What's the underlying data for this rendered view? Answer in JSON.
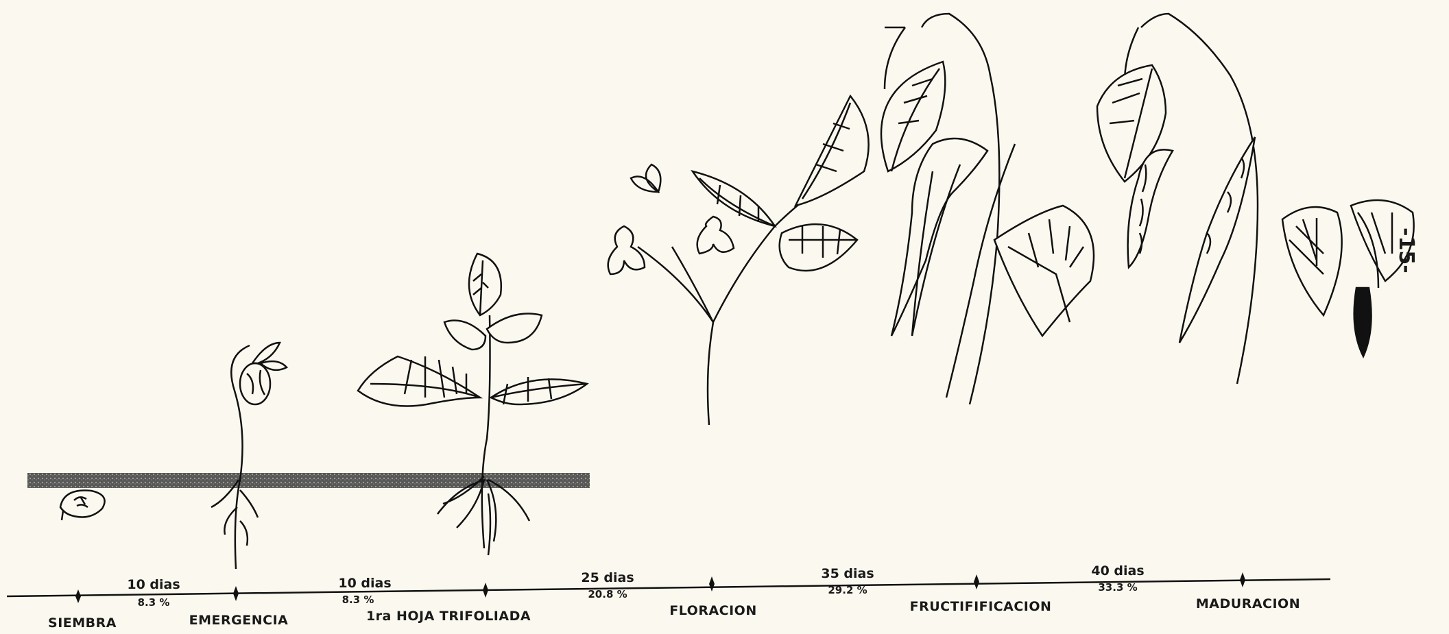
{
  "page_number": "-15-",
  "stages": [
    {
      "label": "SIEMBRA"
    },
    {
      "label": "EMERGENCIA"
    },
    {
      "label": "1ra HOJA TRIFOLIADA"
    },
    {
      "label": "FLORACION"
    },
    {
      "label": "FRUCTIFIFICACION"
    },
    {
      "label": "MADURACION"
    }
  ],
  "intervals": [
    {
      "duration": "10 dias",
      "percent": "8.3 %"
    },
    {
      "duration": "10 dias",
      "percent": "8.3 %"
    },
    {
      "duration": "25 dias",
      "percent": "20.8 %"
    },
    {
      "duration": "35 dias",
      "percent": "29.2 %"
    },
    {
      "duration": "40 dias",
      "percent": "33.3 %"
    }
  ]
}
